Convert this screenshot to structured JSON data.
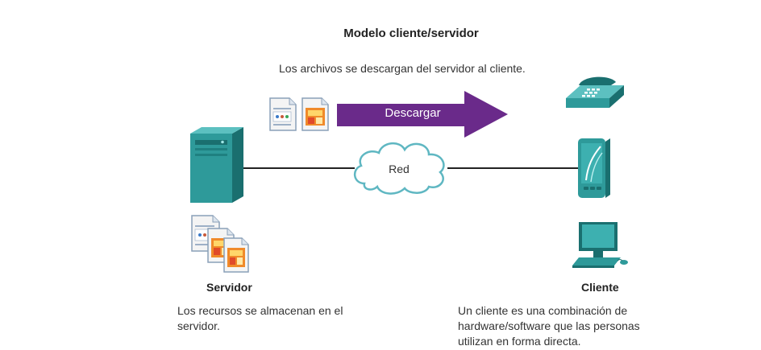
{
  "diagram": {
    "title": "Modelo cliente/servidor",
    "subtitle": "Los archivos se descargan del servidor al cliente.",
    "arrow_label": "Descargar",
    "network_label": "Red",
    "server": {
      "label": "Servidor",
      "description": "Los recursos se almacenan en el servidor."
    },
    "client": {
      "label": "Cliente",
      "description": "Un cliente es una combinación de hardware/software que las personas utilizan en forma directa."
    }
  },
  "colors": {
    "device_teal": "#2e9a9a",
    "device_dark": "#1a6f6f",
    "arrow_purple": "#6a2a8a",
    "cloud_stroke": "#5fb7c2",
    "line": "#222222"
  },
  "icons": [
    "server-tower-icon",
    "document-stack-icon",
    "file-icon",
    "cloud-icon",
    "download-arrow-icon",
    "ip-phone-icon",
    "pda-icon",
    "desktop-computer-icon"
  ]
}
